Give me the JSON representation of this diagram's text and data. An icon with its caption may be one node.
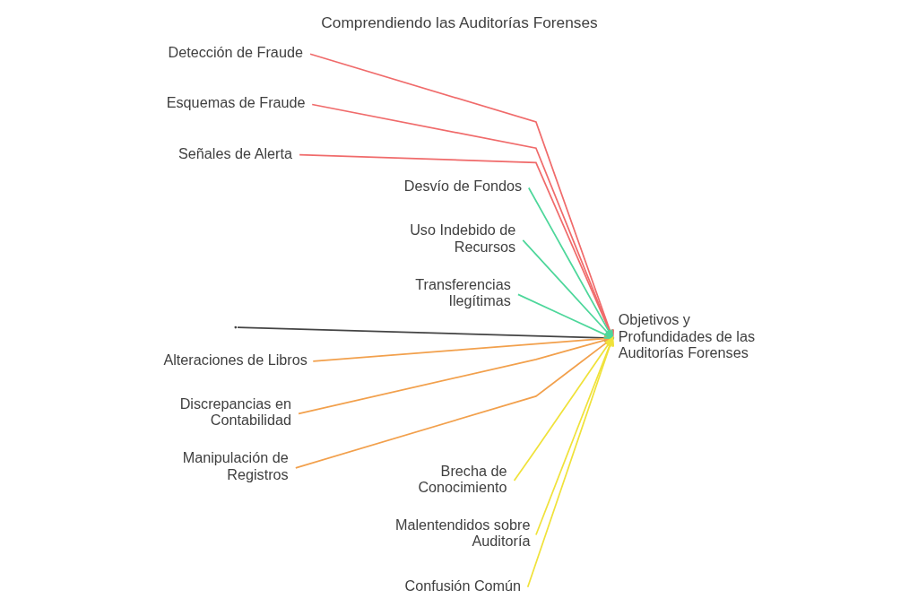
{
  "diagram": {
    "title": "Comprendiendo las Auditorías Forenses",
    "nodes": [
      {
        "text": [
          "Detección de Fraude"
        ]
      },
      {
        "text": [
          "Esquemas de Fraude"
        ]
      },
      {
        "text": [
          "Señales de Alerta"
        ]
      },
      {
        "text": [
          "Desvío de Fondos"
        ]
      },
      {
        "text": [
          "Uso Indebido de Recursos"
        ]
      },
      {
        "text": [
          "Transferencias Ilegítimas"
        ]
      },
      {
        "text": [
          "Objetivos y Profundidades de las Auditorías Forenses"
        ]
      },
      {
        "text": [
          "Alteraciones de Libros"
        ]
      },
      {
        "text": [
          "Discrepancias en Contabilidad"
        ]
      },
      {
        "text": [
          "Manipulación de Registros"
        ]
      },
      {
        "text": [
          "Brecha de Conocimiento"
        ]
      },
      {
        "text": [
          "Malentendidos sobre Auditoría"
        ]
      },
      {
        "text": [
          "Confusión Común"
        ]
      }
    ],
    "edges": [
      {
        "from": 0,
        "to": 6,
        "arrow": "to",
        "color": "#f06b6b"
      },
      {
        "from": 1,
        "to": 6,
        "arrow": "to",
        "color": "#f06b6b"
      },
      {
        "from": 2,
        "to": 6,
        "arrow": "to",
        "color": "#f06b6b"
      },
      {
        "from": 3,
        "to": 6,
        "arrow": "to",
        "color": "#4ed79b"
      },
      {
        "from": 4,
        "to": 6,
        "arrow": "to",
        "color": "#4ed79b"
      },
      {
        "from": 5,
        "to": 6,
        "arrow": "to",
        "color": "#4ed79b"
      },
      {
        "from": null,
        "to": 6,
        "arrow": "to",
        "color": "#444444"
      },
      {
        "from": 7,
        "to": 6,
        "arrow": "to",
        "color": "#f2a04c"
      },
      {
        "from": 8,
        "to": 6,
        "arrow": "to",
        "color": "#f2a04c"
      },
      {
        "from": 9,
        "to": 6,
        "arrow": "to",
        "color": "#f2a04c"
      },
      {
        "from": 10,
        "to": 6,
        "arrow": "to",
        "color": "#f0e23a"
      },
      {
        "from": 11,
        "to": 6,
        "arrow": "to",
        "color": "#f0e23a"
      },
      {
        "from": 12,
        "to": 6,
        "arrow": "to",
        "color": "#f0e23a"
      }
    ]
  }
}
